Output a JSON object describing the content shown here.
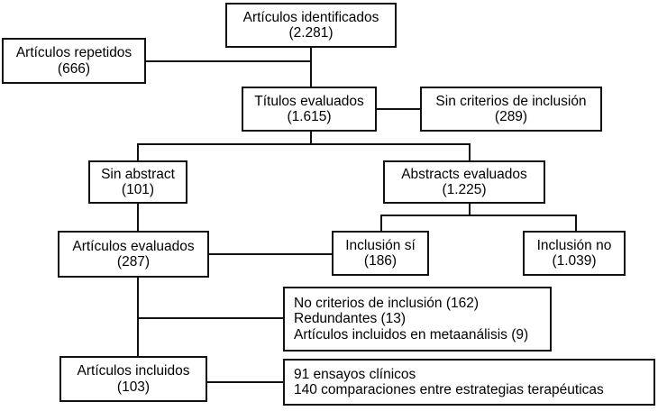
{
  "diagram": {
    "title": "Diagrama de flujo de seleccion de articulos",
    "language": "es",
    "stroke_color": "#111111",
    "background_color": "#ffffff",
    "nodes": {
      "identificados": {
        "line1": "Artículos identificados",
        "line2": "(2.281)"
      },
      "repetidos": {
        "line1": "Artículos repetidos",
        "line2": "(666)"
      },
      "titulos": {
        "line1": "Títulos evaluados",
        "line2": "(1.615)"
      },
      "sin_criterios": {
        "line1": "Sin criterios de inclusión",
        "line2": "(289)"
      },
      "sin_abstract": {
        "line1": "Sin abstract",
        "line2": "(101)"
      },
      "abstracts": {
        "line1": "Abstracts evaluados",
        "line2": "(1.225)"
      },
      "evaluados": {
        "line1": "Artículos evaluados",
        "line2": "(287)"
      },
      "inclusion_si": {
        "line1": "Inclusión sí",
        "line2": "(186)"
      },
      "inclusion_no": {
        "line1": "Inclusión no",
        "line2": "(1.039)"
      },
      "exclusiones": {
        "line1": "No criterios de inclusión (162)",
        "line2": "Redundantes (13)",
        "line3": "Artículos incluidos en metaanálisis (9)"
      },
      "incluidos": {
        "line1": "Artículos incluidos",
        "line2": "(103)"
      },
      "resultados": {
        "line1": "91 ensayos clínicos",
        "line2": "140 comparaciones entre estrategias terapéuticas"
      }
    }
  }
}
